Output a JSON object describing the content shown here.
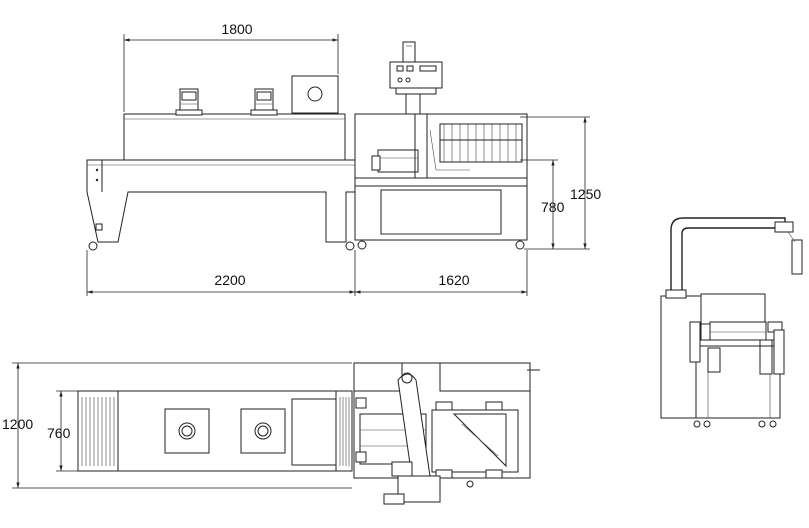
{
  "dimensions": {
    "top_width": "1800",
    "total_height": "1250",
    "table_height": "780",
    "tunnel_length": "2200",
    "wrapper_length": "1620",
    "plan_width": "1200",
    "plan_inner_width": "760"
  }
}
